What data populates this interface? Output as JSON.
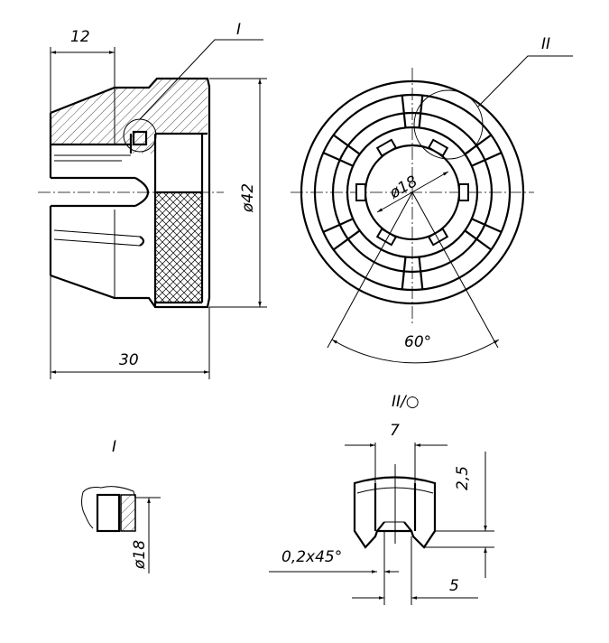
{
  "labels": {
    "dim_12": "12",
    "dim_30": "30",
    "dim_d42": "ø42",
    "dim_d18_front": "ø18",
    "dim_60deg": "60°",
    "leader_I": "I",
    "leader_II": "II",
    "detail_I_title": "I",
    "detail_I_dim": "ø18",
    "detail_II_title": "II/○",
    "dim_7": "7",
    "dim_2_5": "2,5",
    "dim_chamfer": "0,2x45°",
    "dim_5": "5"
  },
  "colors": {
    "line": "#000000",
    "background": "#ffffff"
  }
}
